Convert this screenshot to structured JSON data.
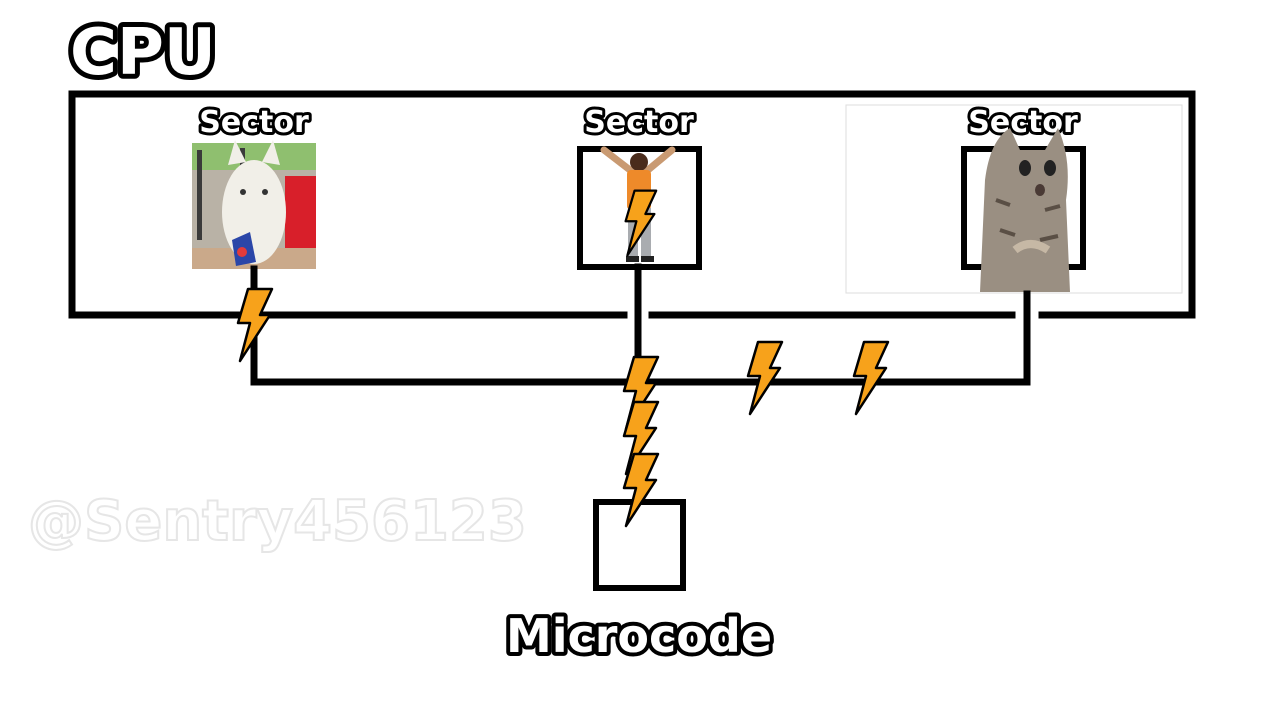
{
  "title": "CPU",
  "sectors": [
    {
      "label": "Sector",
      "image": "cat-holding-snack"
    },
    {
      "label": "Sector",
      "image": "man-arms-raised"
    },
    {
      "label": "Sector",
      "image": "shocked-cat"
    }
  ],
  "microcode_label": "Microcode",
  "watermark": "@Sentry456123",
  "colors": {
    "bolt": "#f7a21b",
    "line": "#000000",
    "background": "#ffffff"
  }
}
